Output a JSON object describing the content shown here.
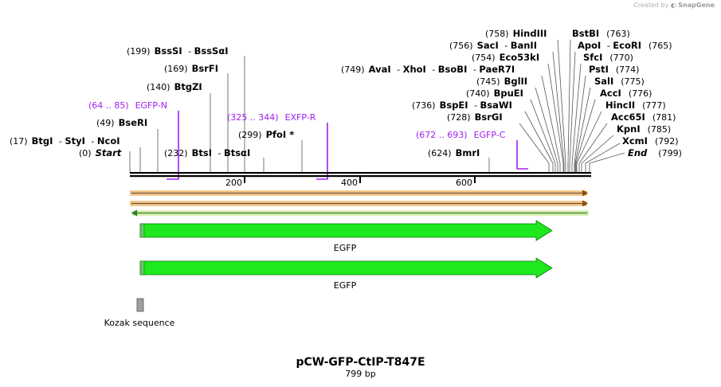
{
  "credit": {
    "prefix": "Created by",
    "brand": "SnapGene"
  },
  "plasmid": {
    "name": "pCW-GFP-CtIP-T847E",
    "length_label": "799 bp"
  },
  "ruler_ticks": [
    "200",
    "400",
    "600"
  ],
  "left_labels": [
    {
      "pos": "(17)",
      "names": [
        "BtgI",
        "StyI",
        "NcoI"
      ]
    },
    {
      "pos": "(0)",
      "names": [
        "Start"
      ],
      "italic": true
    },
    {
      "pos": "(49)",
      "names": [
        "BseRI"
      ]
    },
    {
      "pos": "(140)",
      "names": [
        "BtgZI"
      ]
    },
    {
      "pos": "(169)",
      "names": [
        "BsrFI"
      ]
    },
    {
      "pos": "(199)",
      "names": [
        "BssSI",
        "BssSαI"
      ]
    },
    {
      "pos": "(232)",
      "names": [
        "BtsI",
        "BtsαI"
      ]
    },
    {
      "pos": "(299)",
      "names": [
        "PfoI *"
      ]
    },
    {
      "pos": "(624)",
      "names": [
        "BmrI"
      ]
    },
    {
      "pos": "(728)",
      "names": [
        "BsrGI"
      ]
    },
    {
      "pos": "(736)",
      "names": [
        "BspEI",
        "BsaWI"
      ]
    },
    {
      "pos": "(740)",
      "names": [
        "BpuEI"
      ]
    },
    {
      "pos": "(745)",
      "names": [
        "BglII"
      ]
    },
    {
      "pos": "(749)",
      "names": [
        "AvaI",
        "XhoI",
        "BsoBI",
        "PaeR7I"
      ]
    },
    {
      "pos": "(754)",
      "names": [
        "Eco53kI"
      ]
    },
    {
      "pos": "(756)",
      "names": [
        "SacI",
        "BanII"
      ]
    },
    {
      "pos": "(758)",
      "names": [
        "HindIII"
      ]
    }
  ],
  "right_labels": [
    {
      "pos": "(763)",
      "names": [
        "BstBI"
      ]
    },
    {
      "pos": "(765)",
      "names": [
        "ApoI",
        "EcoRI"
      ]
    },
    {
      "pos": "(770)",
      "names": [
        "SfcI"
      ]
    },
    {
      "pos": "(774)",
      "names": [
        "PstI"
      ]
    },
    {
      "pos": "(775)",
      "names": [
        "SalI"
      ]
    },
    {
      "pos": "(776)",
      "names": [
        "AccI"
      ]
    },
    {
      "pos": "(777)",
      "names": [
        "HincII"
      ]
    },
    {
      "pos": "(781)",
      "names": [
        "Acc65I"
      ]
    },
    {
      "pos": "(785)",
      "names": [
        "KpnI"
      ]
    },
    {
      "pos": "(792)",
      "names": [
        "XcmI"
      ]
    },
    {
      "pos": "(799)",
      "names": [
        "End"
      ],
      "italic": true
    }
  ],
  "primers": [
    {
      "range": "(64 .. 85)",
      "name": "EGFP-N"
    },
    {
      "range": "(325 .. 344)",
      "name": "EXFP-R"
    },
    {
      "range": "(672 .. 693)",
      "name": "EGFP-C"
    }
  ],
  "features": [
    {
      "name": "EGFP"
    },
    {
      "name": "EGFP"
    },
    {
      "name": "Kozak sequence"
    }
  ],
  "colors": {
    "backbone": "#000000",
    "orf_fill": "#d8b6a0",
    "orf_stroke": "#e0a020",
    "rev_orf_fill": "#7ac07a",
    "rev_orf_stroke": "#bfe070",
    "feature": "#1ee81e",
    "primer": "#a020f0",
    "kozak": "#a0a0a0"
  }
}
